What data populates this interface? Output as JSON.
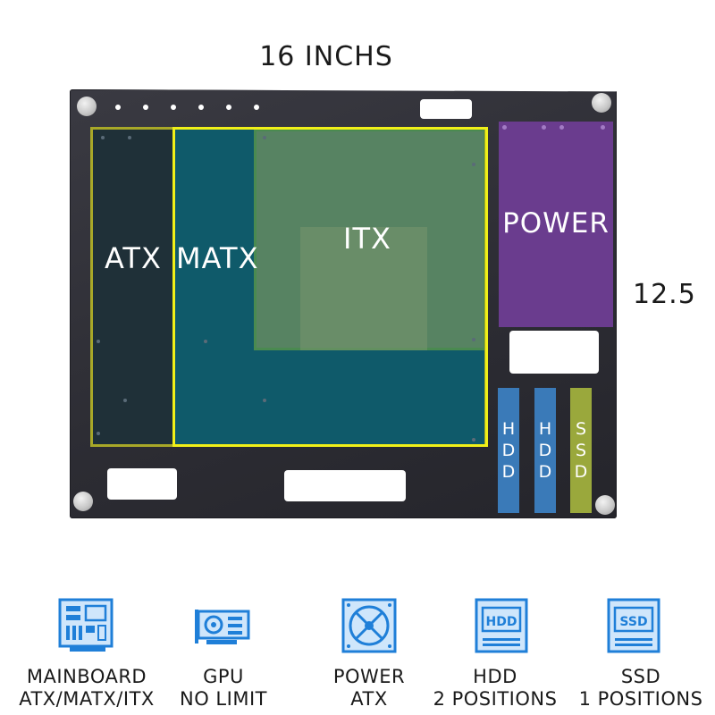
{
  "dimensions": {
    "width": "16 INCHS",
    "height": "12.5"
  },
  "board": {
    "zones": {
      "atx": "ATX",
      "matx": "MATX",
      "itx": "ITX",
      "power": "POWER"
    },
    "bays": [
      {
        "letters": [
          "H",
          "D",
          "D"
        ]
      },
      {
        "letters": [
          "H",
          "D",
          "D"
        ]
      },
      {
        "letters": [
          "S",
          "S",
          "D"
        ]
      }
    ]
  },
  "legend": [
    {
      "icon": "mainboard-icon",
      "line1": "MAINBOARD",
      "line2": "ATX/MATX/ITX"
    },
    {
      "icon": "gpu-icon",
      "line1": "GPU",
      "line2": "NO LIMIT"
    },
    {
      "icon": "power-supply-icon",
      "line1": "POWER",
      "line2": "ATX"
    },
    {
      "icon": "hdd-icon",
      "line1": "HDD",
      "line2": "2 POSITIONS"
    },
    {
      "icon": "ssd-icon",
      "line1": "SSD",
      "line2": "1 POSITIONS"
    }
  ],
  "colors": {
    "board": "#2e2e35",
    "atx_zone": "#1f3038",
    "matx_zone": "#0f5a6a",
    "itx_zone": "#5a7a5a",
    "outline_yellow": "#f0f018",
    "power_zone": "#6a3c8e",
    "hdd_bay": "#3a7ab8",
    "ssd_bay": "#9aa83c",
    "icon_blue": "#1f7fd8"
  }
}
